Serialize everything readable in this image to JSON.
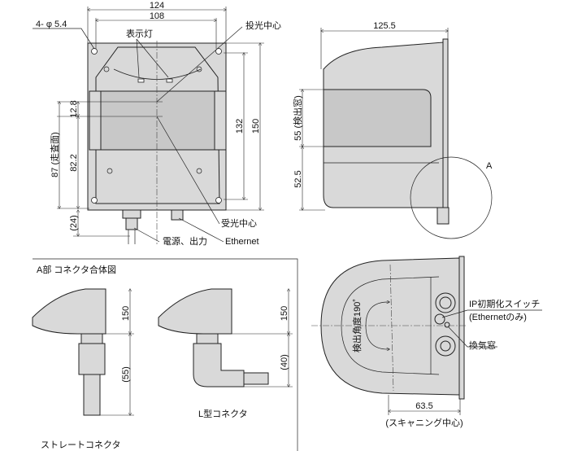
{
  "front_view": {
    "dim_width_outer": "124",
    "dim_width_holes": "108",
    "holes_label": "4- φ 5.4",
    "indicator_label": "表示灯",
    "emitter_center_label": "投光中心",
    "receiver_center_label": "受光中心",
    "dim_height_holes": "132",
    "dim_height_outer": "150",
    "dim_12_8": "12.8",
    "dim_82_2": "82.2",
    "dim_87": "87 (走査面)",
    "dim_24": "(24)",
    "power_label": "電源、出力",
    "ethernet_label": "Ethernet"
  },
  "side_view": {
    "dim_depth": "125.5",
    "dim_55": "55 (検出窓)",
    "dim_52_5": "52.5",
    "detail_label": "A"
  },
  "detail_a": {
    "title": "A部 コネクタ合体図",
    "straight_dim_150": "150",
    "straight_dim_55": "(55)",
    "straight_label": "ストレートコネクタ",
    "l_dim_150": "150",
    "l_dim_40": "(40)",
    "l_label": "L型コネクタ"
  },
  "top_view": {
    "angle_label": "検出角度190˚",
    "ip_switch_label": "IP初期化スイッチ",
    "ip_switch_note": "(Ethernetのみ)",
    "vent_label": "換気窓",
    "dim_63_5": "63.5",
    "scan_center_label": "(スキャニング中心)"
  }
}
